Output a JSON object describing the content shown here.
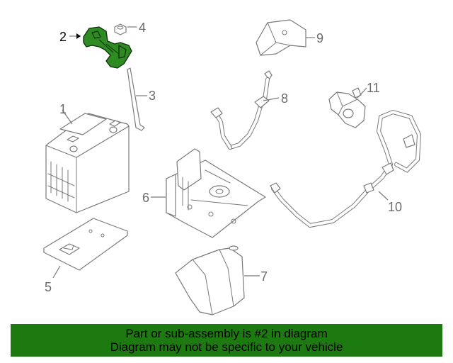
{
  "banner": {
    "line1": "Part or sub-assembly is #2 in diagram",
    "line2": "Diagram may not be specific to your vehicle"
  },
  "callouts": [
    "1",
    "2",
    "3",
    "4",
    "5",
    "6",
    "7",
    "8",
    "9",
    "10",
    "11"
  ],
  "highlighted_part": "2",
  "colors": {
    "highlight": "#2e8b22",
    "banner": "#1d7a10",
    "line": "#7a7a7a"
  }
}
